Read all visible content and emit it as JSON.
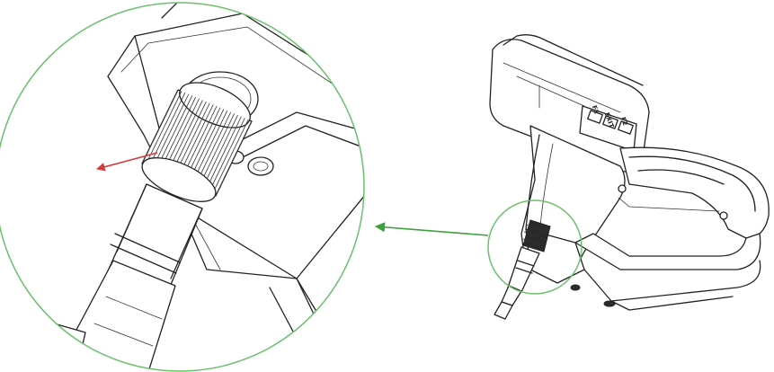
{
  "figure": {
    "buttons": [
      {
        "label": "F1"
      },
      {
        "label": "EXIT"
      },
      {
        "label": "F2"
      }
    ]
  },
  "colors": {
    "detail_circle": "#6cc06c",
    "pointer_arrow": "#3ca03c",
    "direction_arrow": "#d83a3a",
    "line_art": "#222222"
  },
  "icons": {
    "pointer": "arrow-left-icon",
    "direction": "arrow-down-left-icon"
  }
}
